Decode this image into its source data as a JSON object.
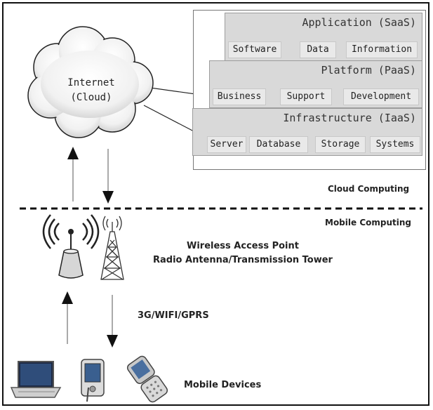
{
  "cloud": {
    "line1": "Internet",
    "line2": "(Cloud)"
  },
  "layers": {
    "saas": {
      "title": "Application (SaaS)",
      "items": [
        "Software",
        "Data",
        "Information"
      ]
    },
    "paas": {
      "title": "Platform (PaaS)",
      "items": [
        "Business",
        "Support",
        "Development"
      ]
    },
    "iaas": {
      "title": "Infrastructure (IaaS)",
      "items": [
        "Server",
        "Database",
        "Storage",
        "Systems"
      ]
    }
  },
  "sections": {
    "cloud_computing": "Cloud Computing",
    "mobile_computing": "Mobile Computing"
  },
  "access_point": {
    "line1": "Wireless Access Point",
    "line2": "Radio Antenna/Transmission Tower"
  },
  "network_label": "3G/WIFI/GPRS",
  "devices_label": "Mobile Devices"
}
